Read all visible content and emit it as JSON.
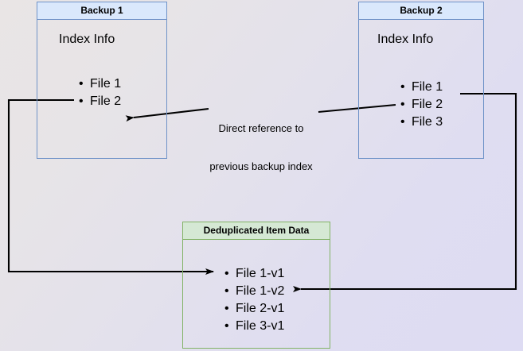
{
  "diagram": {
    "title_hidden": "Backup deduplication reference diagram",
    "background": {
      "gradient_from": "#e9e5e5",
      "gradient_to": "#dedcf3"
    },
    "palette": {
      "blue_border": "#7093c8",
      "blue_fill": "#dae8fc",
      "green_border": "#82b366",
      "green_fill": "#d5e8d4",
      "edge_color": "#000000"
    },
    "nodes": [
      {
        "id": "backup1",
        "header": "Backup 1",
        "body_label": "Index Info",
        "items": [
          "File 1",
          "File 2"
        ]
      },
      {
        "id": "backup2",
        "header": "Backup 2",
        "body_label": "Index Info",
        "items": [
          "File 1",
          "File 2",
          "File 3"
        ]
      },
      {
        "id": "dedup",
        "header": "Deduplicated Item Data",
        "body_label": "",
        "items": [
          "File 1-v1",
          "File 1-v2",
          "File 2-v1",
          "File 3-v1"
        ]
      }
    ],
    "edges": [
      {
        "id": "edge-backup2-to-backup1",
        "label_line1": "Direct reference to",
        "label_line2": "previous backup index"
      },
      {
        "id": "edge-backup1-file1-to-dedup-file1v1",
        "label_line1": "",
        "label_line2": ""
      },
      {
        "id": "edge-backup2-file1-to-dedup-file1v2",
        "label_line1": "",
        "label_line2": ""
      }
    ]
  }
}
